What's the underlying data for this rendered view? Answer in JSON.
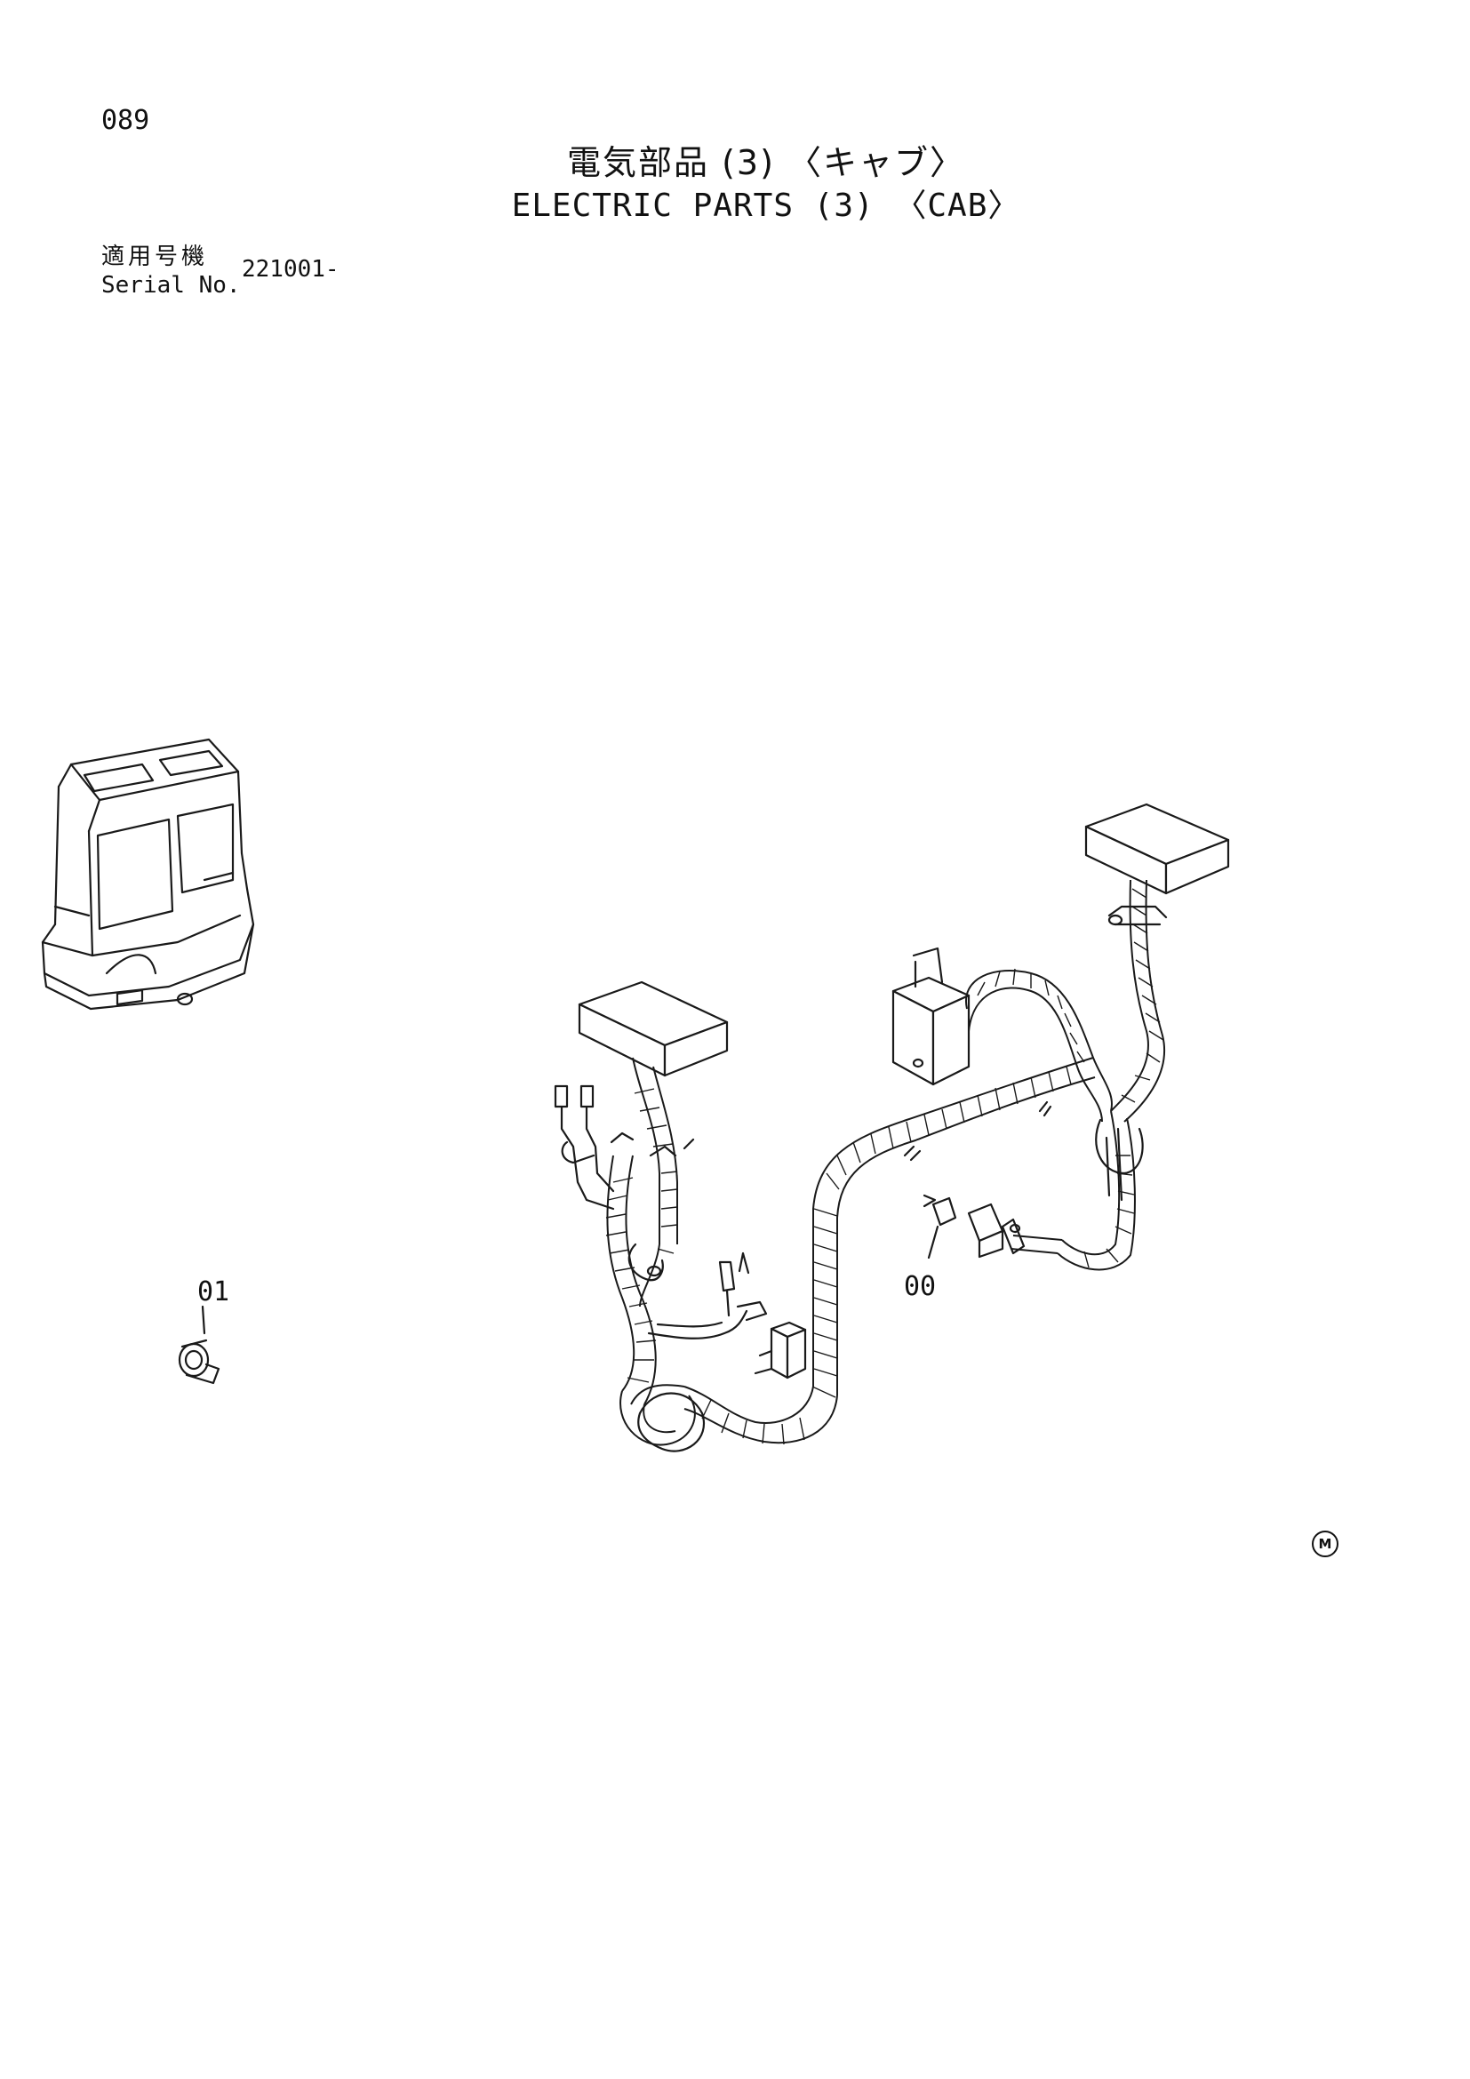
{
  "header": {
    "page_number": "089",
    "title_ja": "電気部品 (3) 〈キャブ〉",
    "title_en": "ELECTRIC PARTS (3) 〈CAB〉"
  },
  "serial": {
    "label_ja": "適用号機",
    "label_en": "Serial No.",
    "value": "221001-"
  },
  "callouts": {
    "clamp": "01",
    "harness": "00"
  },
  "marks": {
    "symbol": "M"
  }
}
